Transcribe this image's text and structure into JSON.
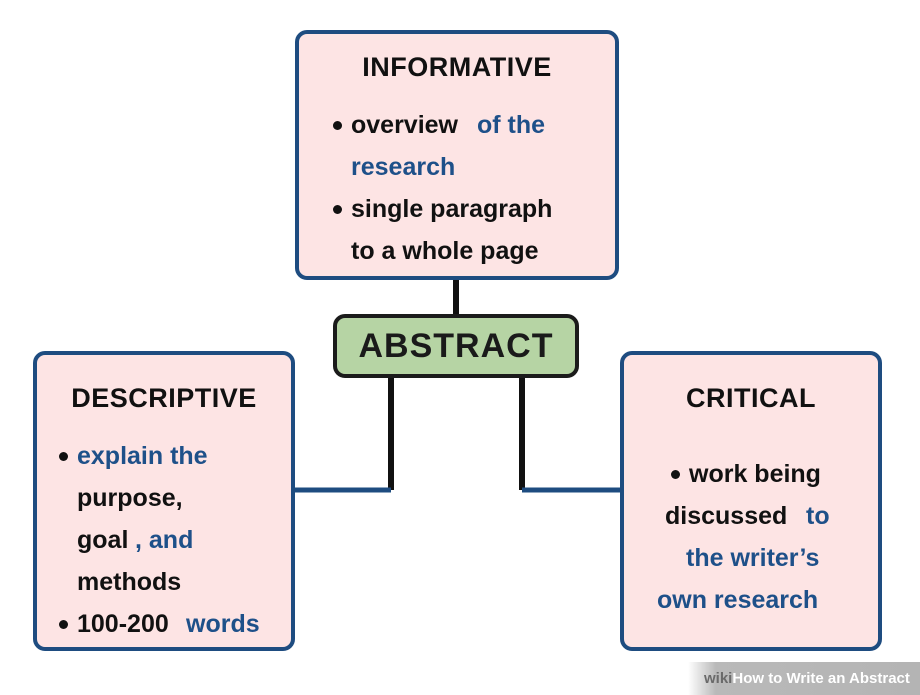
{
  "center": {
    "label": "ABSTRACT"
  },
  "informative": {
    "title": "INFORMATIVE",
    "lines": [
      "overview",
      "of the",
      "research",
      "single paragraph",
      "to a whole page"
    ]
  },
  "descriptive": {
    "title": "DESCRIPTIVE",
    "lines": [
      "explain the",
      "purpose,",
      "goal",
      ", and",
      "methods",
      "100-200",
      "words"
    ]
  },
  "critical": {
    "title": "CRITICAL",
    "lines": [
      "work being",
      "discussed",
      "to",
      "the writer’s",
      "own research"
    ]
  },
  "watermark": {
    "brand": "wiki",
    "title": "How to Write an Abstract"
  },
  "colors": {
    "box_fill": "#fde4e4",
    "box_border": "#1e4c80",
    "center_fill": "#b6d4a4",
    "accent_text": "#1e5089"
  }
}
